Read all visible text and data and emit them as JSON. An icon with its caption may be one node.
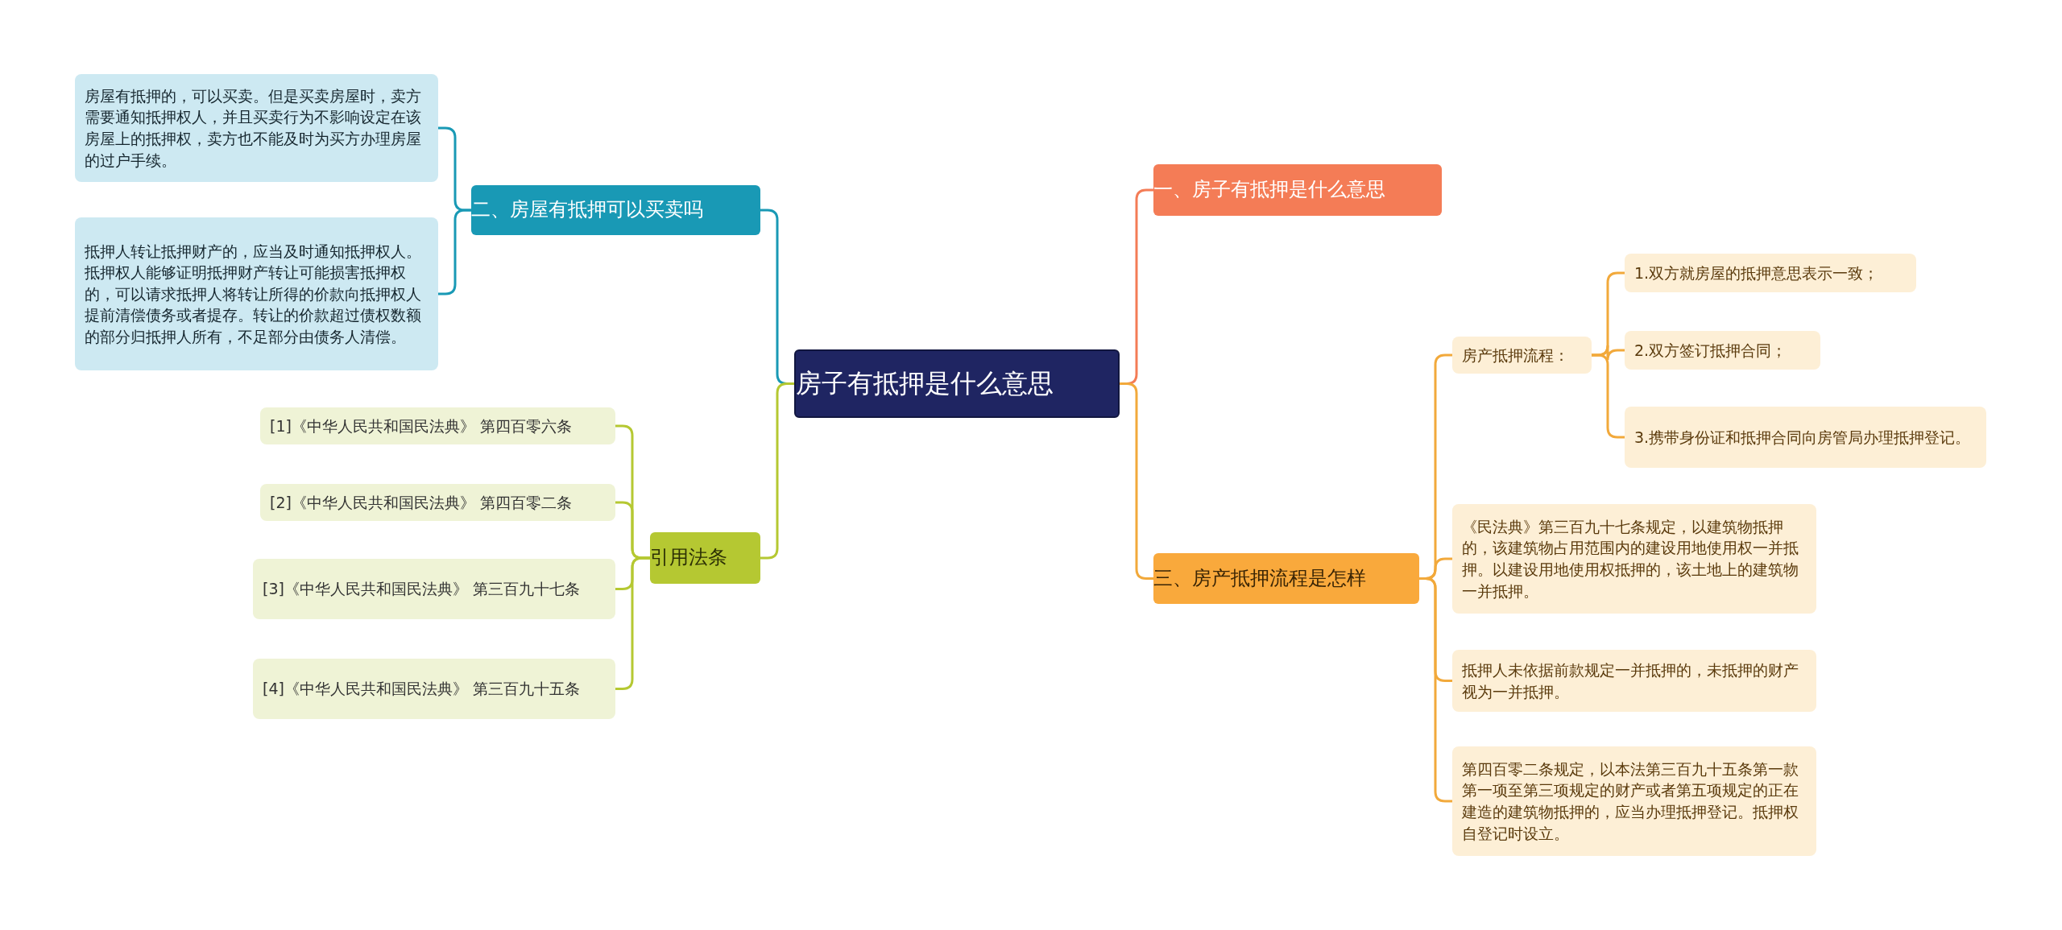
{
  "diagram": {
    "nodes": [
      {
        "text": [
          "房子有抵押是什么意思"
        ]
      },
      {
        "text": [
          "一、房子有抵押是什么意思"
        ]
      },
      {
        "text": [
          "三、房产抵押流程是怎样"
        ]
      },
      {
        "text": [
          "房产抵押流程："
        ]
      },
      {
        "text": [
          "1.双方就房屋的抵押意思表示一致；"
        ]
      },
      {
        "text": [
          "2.双方签订抵押合同；"
        ]
      },
      {
        "text": [
          "3.携带身份证和抵押合同向房管局办理抵押登记。"
        ]
      },
      {
        "text": [
          "《民法典》第三百九十七条规定，以建筑物抵押的，该建筑物占用范围内的建设用地使用权一并抵押。以建设用地使用权抵押的，该土地上的建筑物一并抵押。"
        ]
      },
      {
        "text": [
          "抵押人未依据前款规定一并抵押的，未抵押的财产视为一并抵押。"
        ]
      },
      {
        "text": [
          "第四百零二条规定，以本法第三百九十五条第一款第一项至第三项规定的财产或者第五项规定的正在建造的建筑物抵押的，应当办理抵押登记。抵押权自登记时设立。"
        ]
      },
      {
        "text": [
          "二、房屋有抵押可以买卖吗"
        ]
      },
      {
        "text": [
          "房屋有抵押的，可以买卖。但是买卖房屋时，卖方需要通知抵押权人，并且买卖行为不影响设定在该房屋上的抵押权，卖方也不能及时为买方办理房屋的过户手续。"
        ]
      },
      {
        "text": [
          "抵押人转让抵押财产的，应当及时通知抵押权人。抵押权人能够证明抵押财产转让可能损害抵押权的，可以请求抵押人将转让所得的价款向抵押权人提前清偿债务或者提存。转让的价款超过债权数额的部分归抵押人所有，不足部分由债务人清偿。"
        ]
      },
      {
        "text": [
          "引用法条"
        ]
      },
      {
        "text": [
          "[1]《中华人民共和国民法典》 第四百零六条"
        ]
      },
      {
        "text": [
          "[2]《中华人民共和国民法典》 第四百零二条"
        ]
      },
      {
        "text": [
          "[3]《中华人民共和国民法典》 第三百九十七条"
        ]
      },
      {
        "text": [
          "[4]《中华人民共和国民法典》 第三百九十五条"
        ]
      }
    ],
    "edges": [
      {
        "from": 0,
        "to": 1,
        "arrow": "none",
        "color": "#f47c56"
      },
      {
        "from": 0,
        "to": 2,
        "arrow": "none",
        "color": "#f2a93b"
      },
      {
        "from": 2,
        "to": 3,
        "arrow": "none",
        "color": "#f2a93b"
      },
      {
        "from": 3,
        "to": 4,
        "arrow": "none",
        "color": "#f2a93b"
      },
      {
        "from": 3,
        "to": 5,
        "arrow": "none",
        "color": "#f2a93b"
      },
      {
        "from": 3,
        "to": 6,
        "arrow": "none",
        "color": "#f2a93b"
      },
      {
        "from": 2,
        "to": 7,
        "arrow": "none",
        "color": "#f2a93b"
      },
      {
        "from": 2,
        "to": 8,
        "arrow": "none",
        "color": "#f2a93b"
      },
      {
        "from": 2,
        "to": 9,
        "arrow": "none",
        "color": "#f2a93b"
      },
      {
        "from": 0,
        "to": 10,
        "arrow": "none",
        "color": "#1999b5"
      },
      {
        "from": 10,
        "to": 11,
        "arrow": "none",
        "color": "#1999b5"
      },
      {
        "from": 10,
        "to": 12,
        "arrow": "none",
        "color": "#1999b5"
      },
      {
        "from": 0,
        "to": 13,
        "arrow": "none",
        "color": "#b5c832"
      },
      {
        "from": 13,
        "to": 14,
        "arrow": "none",
        "color": "#b5c832"
      },
      {
        "from": 13,
        "to": 15,
        "arrow": "none",
        "color": "#b5c832"
      },
      {
        "from": 13,
        "to": 16,
        "arrow": "none",
        "color": "#b5c832"
      },
      {
        "from": 13,
        "to": 17,
        "arrow": "none",
        "color": "#b5c832"
      }
    ]
  }
}
